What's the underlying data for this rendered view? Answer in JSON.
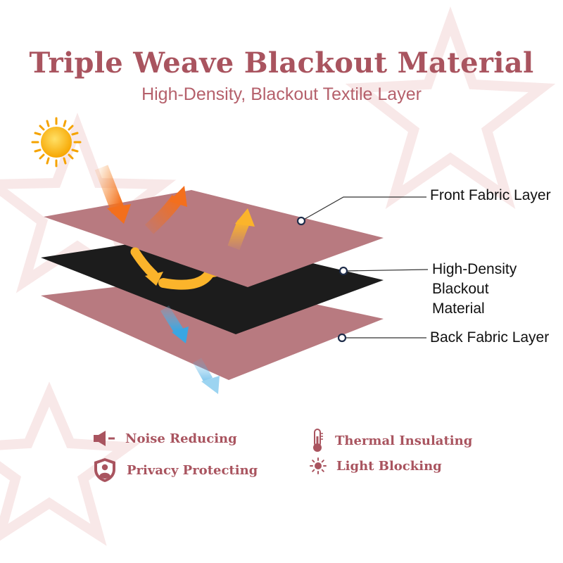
{
  "header": {
    "title": "Triple Weave Blackout Material",
    "subtitle": "High-Density, Blackout Textile Layer"
  },
  "layers": [
    {
      "label_lines": [
        "Front Fabric Layer"
      ]
    },
    {
      "label_lines": [
        "High-Density",
        "Blackout",
        "Material"
      ]
    },
    {
      "label_lines": [
        "Back Fabric Layer"
      ]
    }
  ],
  "features": [
    {
      "label": "Noise Reducing",
      "icon": "speaker-icon"
    },
    {
      "label": "Thermal Insulating",
      "icon": "thermometer-icon"
    },
    {
      "label": "Privacy Protecting",
      "icon": "shield-person-icon"
    },
    {
      "label": "Light Blocking",
      "icon": "sun-icon"
    }
  ],
  "colors": {
    "brand": "#a9545f",
    "fabric": "#b87a80",
    "blackout": "#1c1c1c",
    "arrow_orange": "#f7941d",
    "arrow_yellow": "#fbb42b",
    "arrow_blue": "#5bb8e8"
  }
}
